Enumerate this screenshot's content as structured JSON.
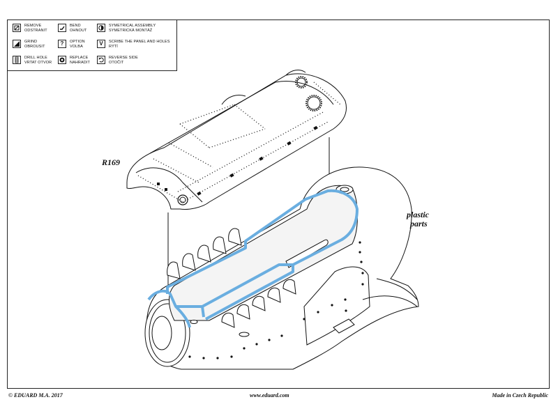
{
  "legend": {
    "remove": {
      "line1": "REMOVE",
      "line2": "ODSTRANIT",
      "icon": "remove-icon"
    },
    "bend": {
      "line1": "BEND",
      "line2": "OHNOUT",
      "icon": "bend-icon"
    },
    "symmetrical": {
      "line1": "SYMETRICAL ASSEMBLY",
      "line2": "SYMETRICKÁ MONTÁŽ",
      "icon": "symmetrical-assembly-icon"
    },
    "grind": {
      "line1": "GRIND",
      "line2": "OBROUSIT",
      "icon": "grind-icon"
    },
    "option": {
      "line1": "OPTION",
      "line2": "VOLBA",
      "icon": "option-icon"
    },
    "scribe": {
      "line1": "SCRIBE THE PANEL AND HOLES",
      "line2": "RÝTÍ",
      "icon": "scribe-icon"
    },
    "drill": {
      "line1": "DRILL HOLE",
      "line2": "VRTAT OTVOR",
      "icon": "drill-icon"
    },
    "replace": {
      "line1": "REPLACE",
      "line2": "NAHRADIT",
      "icon": "replace-icon"
    },
    "reverse": {
      "line1": "REVERSE SIDE",
      "line2": "OTOČIT",
      "icon": "reverse-side-icon"
    }
  },
  "diagram": {
    "part_label": "R169",
    "plastic_line1": "plastic",
    "plastic_line2": "parts",
    "highlight_color": "#6aaee0"
  },
  "footer": {
    "copyright": "© EDUARD  M.A. 2017",
    "website": "www.eduard.com",
    "origin": "Made in Czech Republic"
  }
}
